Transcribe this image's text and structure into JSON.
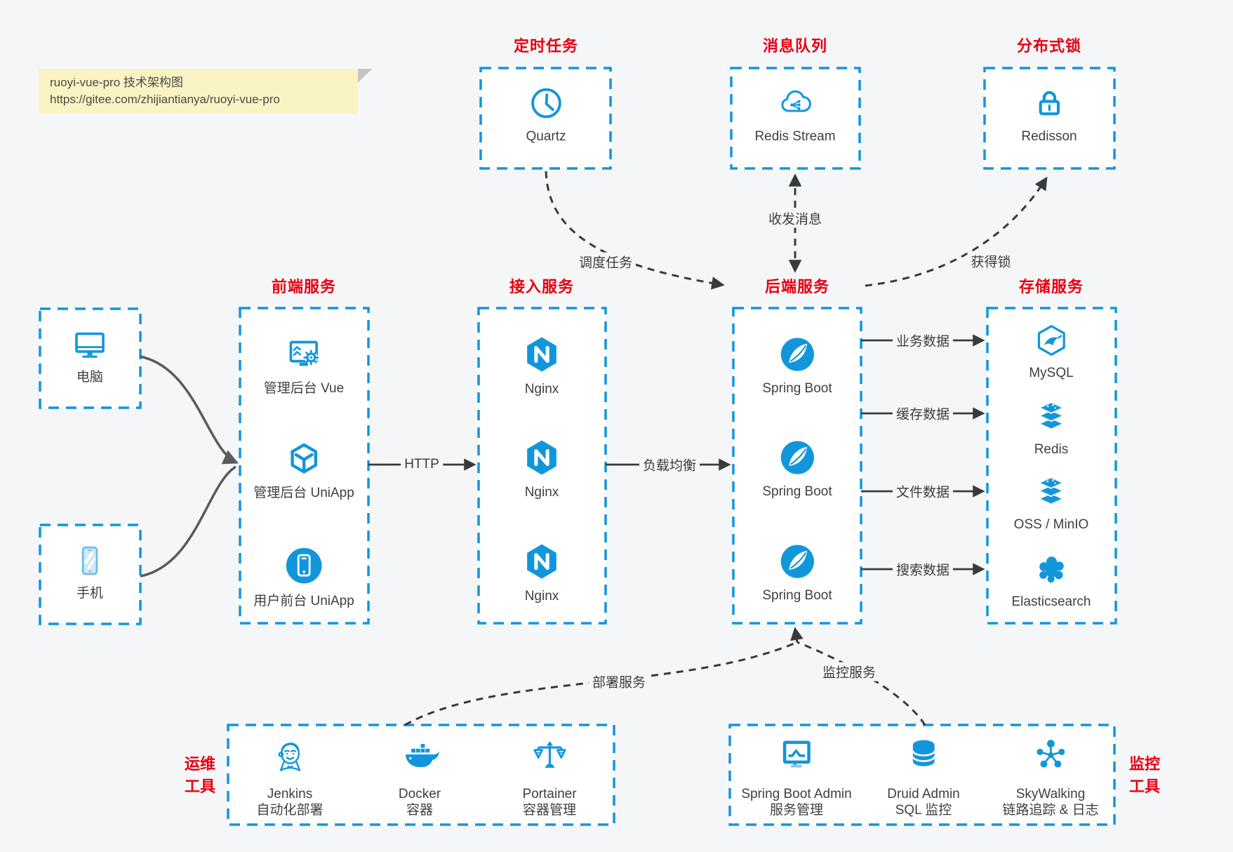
{
  "note": {
    "title": "ruoyi-vue-pro 技术架构图",
    "url": "https://gitee.com/zhijiantianya/ruoyi-vue-pro"
  },
  "colors": {
    "accent_blue": "#1296db",
    "title_red": "#e60012",
    "arrow_dark": "#3a3a3a",
    "client_arrow_gray": "#5b5b5b",
    "note_yellow": "#faf3c3",
    "background": "#f5f6f7"
  },
  "groups": {
    "clients": {
      "items": [
        {
          "label": "电脑",
          "icon": "desktop-icon"
        },
        {
          "label": "手机",
          "icon": "smartphone-icon"
        }
      ]
    },
    "scheduler": {
      "title": "定时任务",
      "items": [
        {
          "label": "Quartz",
          "icon": "clock-icon"
        }
      ]
    },
    "message_queue": {
      "title": "消息队列",
      "items": [
        {
          "label": "Redis Stream",
          "icon": "cloud-share-icon"
        }
      ]
    },
    "distributed_lock": {
      "title": "分布式锁",
      "items": [
        {
          "label": "Redisson",
          "icon": "lock-icon"
        }
      ]
    },
    "frontend": {
      "title": "前端服务",
      "items": [
        {
          "label": "管理后台 Vue",
          "icon": "admin-vue-icon"
        },
        {
          "label": "管理后台 UniApp",
          "icon": "uniapp-cube-icon"
        },
        {
          "label": "用户前台 UniApp",
          "icon": "user-app-icon"
        }
      ]
    },
    "gateway": {
      "title": "接入服务",
      "items": [
        {
          "label": "Nginx",
          "icon": "nginx-icon"
        },
        {
          "label": "Nginx",
          "icon": "nginx-icon"
        },
        {
          "label": "Nginx",
          "icon": "nginx-icon"
        }
      ]
    },
    "backend": {
      "title": "后端服务",
      "items": [
        {
          "label": "Spring Boot",
          "icon": "spring-boot-icon"
        },
        {
          "label": "Spring Boot",
          "icon": "spring-boot-icon"
        },
        {
          "label": "Spring Boot",
          "icon": "spring-boot-icon"
        }
      ]
    },
    "storage": {
      "title": "存储服务",
      "items": [
        {
          "label": "MySQL",
          "icon": "mysql-icon"
        },
        {
          "label": "Redis",
          "icon": "redis-stack-icon"
        },
        {
          "label": "OSS / MinIO",
          "icon": "storage-stack-icon"
        },
        {
          "label": "Elasticsearch",
          "icon": "elasticsearch-icon"
        }
      ]
    },
    "ops_tools": {
      "title_lines": [
        "运维",
        "工具"
      ],
      "items": [
        {
          "label": "Jenkins",
          "sublabel": "自动化部署",
          "icon": "jenkins-icon"
        },
        {
          "label": "Docker",
          "sublabel": "容器",
          "icon": "docker-icon"
        },
        {
          "label": "Portainer",
          "sublabel": "容器管理",
          "icon": "portainer-icon"
        }
      ]
    },
    "monitor_tools": {
      "title_lines": [
        "监控",
        "工具"
      ],
      "items": [
        {
          "label": "Spring Boot Admin",
          "sublabel": "服务管理",
          "icon": "spring-boot-admin-icon"
        },
        {
          "label": "Druid Admin",
          "sublabel": "SQL 监控",
          "icon": "druid-icon"
        },
        {
          "label": "SkyWalking",
          "sublabel": "链路追踪 & 日志",
          "icon": "skywalking-icon"
        }
      ]
    }
  },
  "edges": {
    "http": "HTTP",
    "load_balance": "负载均衡",
    "business_data": "业务数据",
    "cache_data": "缓存数据",
    "file_data": "文件数据",
    "search_data": "搜索数据",
    "schedule_job": "调度任务",
    "send_receive_message": "收发消息",
    "acquire_lock": "获得锁",
    "deploy_service": "部署服务",
    "monitor_service": "监控服务"
  }
}
